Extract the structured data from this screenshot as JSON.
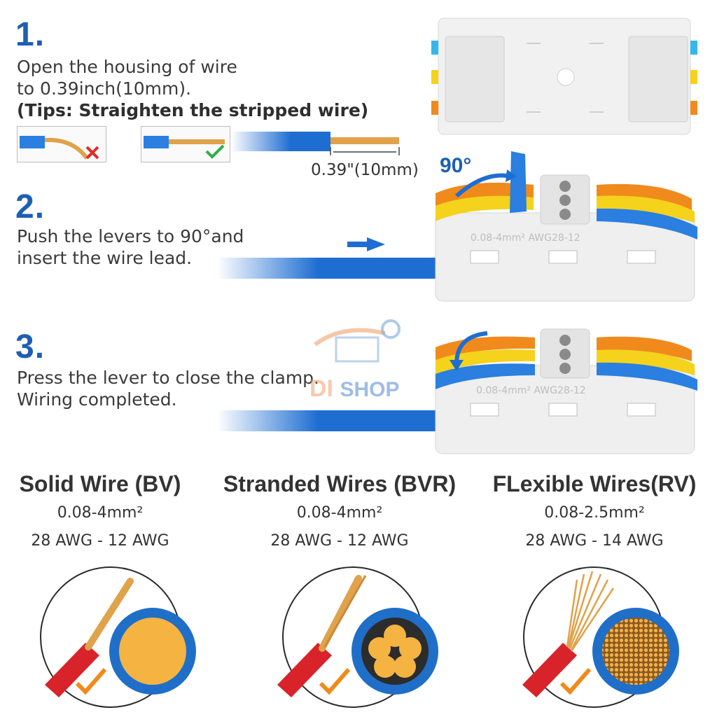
{
  "steps": [
    {
      "number": "1.",
      "lines": [
        "Open the housing of wire",
        "to 0.39inch(10mm)."
      ],
      "tip": "(Tips:  Straighten the stripped wire)"
    },
    {
      "number": "2.",
      "lines": [
        "Push the levers to 90°and",
        "insert the wire lead."
      ]
    },
    {
      "number": "3.",
      "lines": [
        "Press the lever to close the clamp.",
        "Wiring completed."
      ]
    }
  ],
  "strip_length_label": "0.39\"(10mm)",
  "angle_label": "90°",
  "connector_marking": "0.08-4mm²  AWG28-12",
  "watermark": {
    "text1": "DI",
    "text2": "SHOP"
  },
  "wire_types": [
    {
      "title": "Solid Wire (BV)",
      "size": "0.08-4mm²",
      "awg": "28 AWG - 12 AWG"
    },
    {
      "title": "Stranded Wires (BVR)",
      "size": "0.08-4mm²",
      "awg": "28 AWG - 12 AWG"
    },
    {
      "title": "FLexible Wires(RV)",
      "size": "0.08-2.5mm²",
      "awg": "28 AWG - 14 AWG"
    }
  ],
  "colors": {
    "accent_blue": "#1d5fb3",
    "lever_blue": "#2a7fe0",
    "lever_orange": "#f08a1c",
    "lever_yellow": "#f5d21c",
    "copper": "#e0a24a",
    "check_green": "#2fae49",
    "cross_red": "#e02a2a"
  }
}
